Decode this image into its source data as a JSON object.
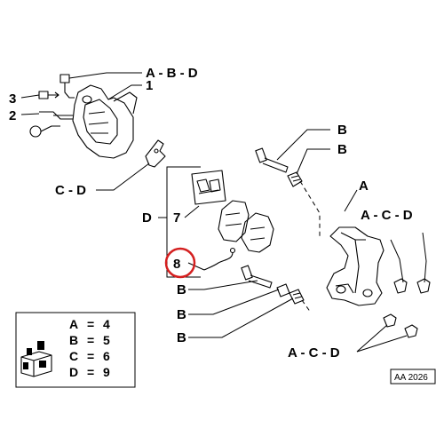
{
  "callouts": {
    "top_group": "A - B - D",
    "part_1": "1",
    "part_2": "2",
    "part_3": "3",
    "c_d_left": "C - D",
    "d_left": "D",
    "part_7": "7",
    "part_8": "8",
    "b_upper_1": "B",
    "b_upper_2": "B",
    "a_right": "A",
    "a_c_d_upper": "A - C - D",
    "b_lower_1": "B",
    "b_lower_2": "B",
    "b_lower_3": "B",
    "a_c_d_lower": "A - C - D"
  },
  "legend": {
    "rows": [
      {
        "key": "A",
        "eq": "=",
        "value": "4"
      },
      {
        "key": "B",
        "eq": "=",
        "value": "5"
      },
      {
        "key": "C",
        "eq": "=",
        "value": "6"
      },
      {
        "key": "D",
        "eq": "=",
        "value": "9"
      }
    ]
  },
  "diagram_code": "AA 2026",
  "colors": {
    "highlight_circle": "#d42020",
    "ink": "#000000"
  }
}
